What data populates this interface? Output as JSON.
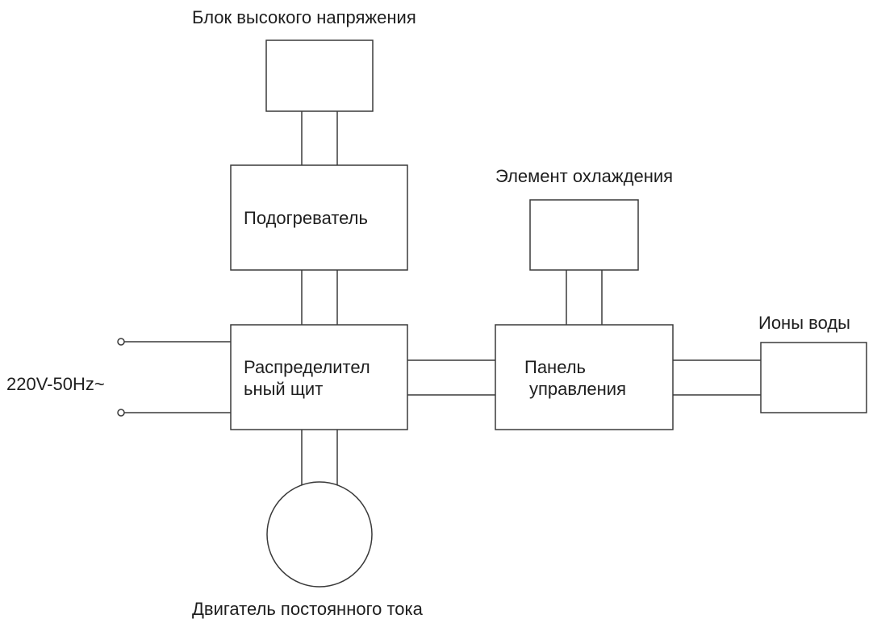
{
  "diagram": {
    "labels": {
      "hv_block": "Блок высокого напряжения",
      "heater": "Подогреватель",
      "cooling": "Элемент охлаждения",
      "water_ions": "Ионы воды",
      "dist_line1": "Распределител",
      "dist_line2": "ьный щит",
      "panel_line1": "Панель",
      "panel_line2": "управления",
      "supply": "220V-50Hz~",
      "motor": "Двигатель постоянного тока"
    }
  }
}
